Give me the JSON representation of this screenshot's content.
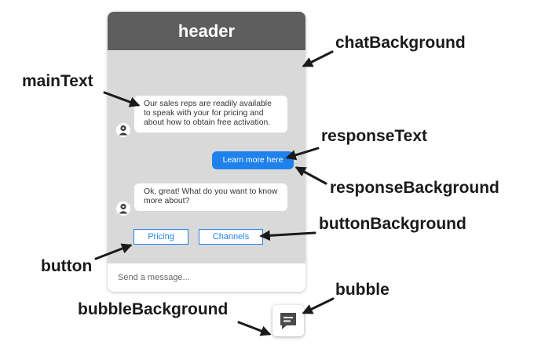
{
  "chat": {
    "header_title": "header",
    "main_message": "Our sales reps are readily available to speak with your for pricing and about how to obtain free activation.",
    "response_message": "Learn more here",
    "followup_message": "Ok, great! What do you want to know more about?",
    "buttons": [
      "Pricing",
      "Channels"
    ],
    "input_placeholder": "Send a message..."
  },
  "labels": {
    "chatBackground": "chatBackground",
    "mainText": "mainText",
    "responseText": "responseText",
    "responseBackground": "responseBackground",
    "buttonBackground": "buttonBackground",
    "button": "button",
    "bubble": "bubble",
    "bubbleBackground": "bubbleBackground"
  },
  "icons": {
    "avatar": "robot-avatar-icon",
    "launcher": "chat-bubble-icon"
  },
  "colors": {
    "header": "#5e5e5e",
    "chat_background": "#d9d9d9",
    "response_background": "#1f82ec",
    "button_border": "#1f82ec",
    "label_text": "#1a1a1a"
  }
}
